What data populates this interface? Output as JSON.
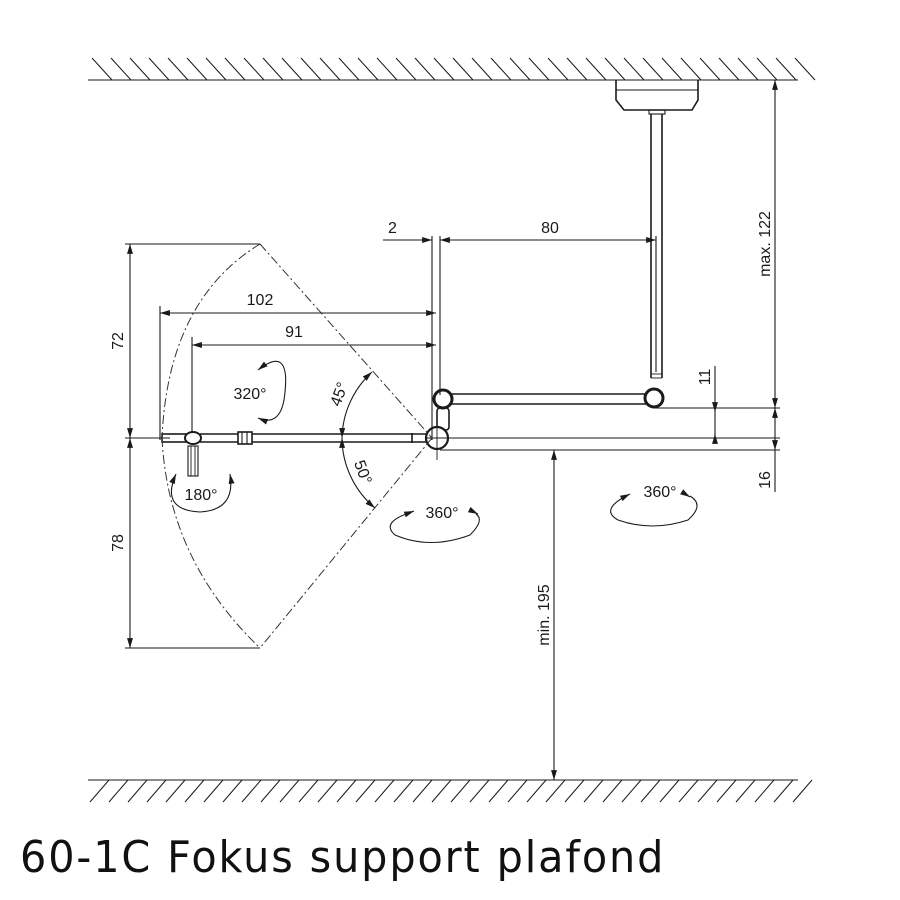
{
  "title": "60-1C Fokus support plafond",
  "dimensions": {
    "max_height": "max. 122",
    "min_height": "min. 195",
    "offset_2": "2",
    "arm_80": "80",
    "reach_102": "102",
    "reach_91": "91",
    "up_72": "72",
    "down_78": "78",
    "gap_11": "11",
    "gap_16": "16"
  },
  "angles": {
    "tilt_up": "45°",
    "tilt_down": "50°",
    "rotation_head": "320°",
    "rotation_handle": "180°",
    "rotation_joint": "360°",
    "rotation_column": "360°"
  },
  "colors": {
    "ink": "#1a1a1a",
    "background": "#ffffff"
  }
}
